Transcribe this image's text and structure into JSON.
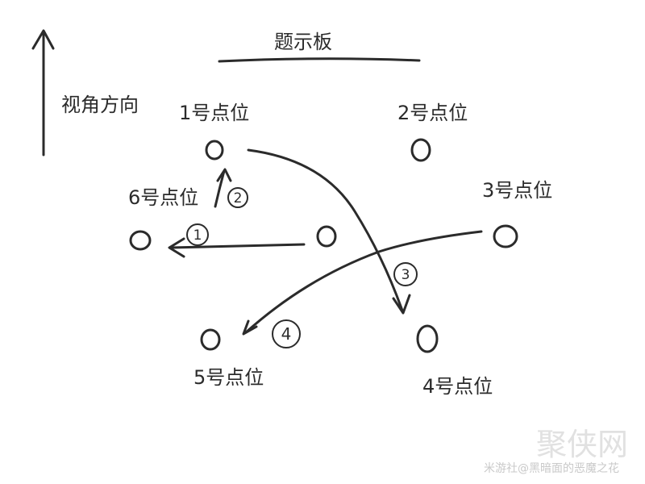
{
  "title": "题示板",
  "view_direction_label": "视角方向",
  "positions": {
    "p1": "1号点位",
    "p2": "2号点位",
    "p3": "3号点位",
    "p4": "4号点位",
    "p5": "5号点位",
    "p6": "6号点位"
  },
  "steps": {
    "s1": "1",
    "s2": "2",
    "s3": "3",
    "s4": "4"
  },
  "watermark": "米游社@黑暗面的恶魔之花",
  "logo_text": "聚侠网",
  "colors": {
    "ink": "#2b2b2b",
    "watermark": "#c9c9c9"
  }
}
